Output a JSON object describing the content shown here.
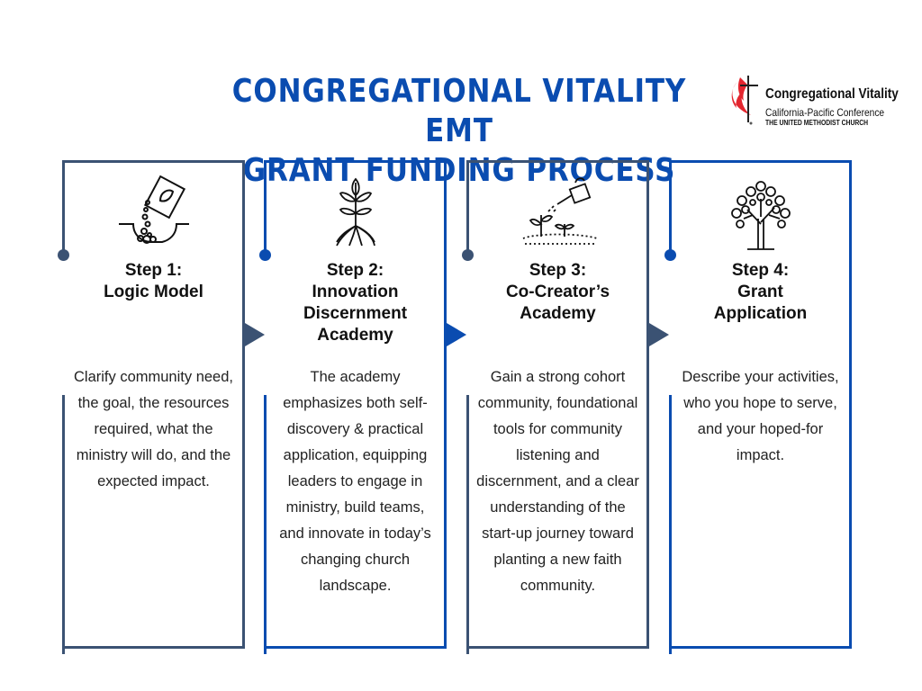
{
  "header": {
    "title_line1": "CONGREGATIONAL VITALITY EMT",
    "title_line2": "GRANT FUNDING PROCESS"
  },
  "logo": {
    "line1": "Congregational Vitality",
    "line2": "California-Pacific Conference",
    "line3": "THE UNITED METHODIST CHURCH"
  },
  "colors": {
    "title": "#0a4cb0",
    "slate": "#3b5273",
    "blue": "#0a4cb0"
  },
  "steps": [
    {
      "icon": "seed-packet-icon",
      "label": "Step 1:",
      "title": "Logic Model",
      "description": "Clarify community need, the goal, the resources required, what the ministry will do, and the expected impact."
    },
    {
      "icon": "plant-roots-icon",
      "label": "Step 2:",
      "title": "Innovation Discernment Academy",
      "description": "The academy emphasizes both self-discovery & practical application, equipping leaders to engage in ministry, build teams, and innovate in today’s changing church landscape."
    },
    {
      "icon": "watering-can-icon",
      "label": "Step 3:",
      "title": "Co-Creator’s Academy",
      "description": "Gain a strong cohort community, foundational tools for community listening and discernment, and a clear understanding of the start-up journey toward planting a new faith community."
    },
    {
      "icon": "tree-icon",
      "label": "Step 4:",
      "title": "Grant Application",
      "description": "Describe your activities, who you hope to serve, and your hoped-for impact."
    }
  ]
}
